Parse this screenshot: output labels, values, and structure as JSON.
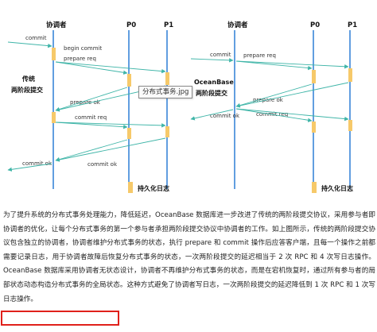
{
  "diagram": {
    "left": {
      "coordinator": "协调者",
      "participant_0": "P0",
      "participant_1": "P1",
      "title_line1": "传统",
      "title_line2": "两阶段提交",
      "messages": {
        "commit": "commit",
        "begin_commit": "begin commit",
        "prepare_req": "prepare req",
        "prepare_ok": "prepare ok",
        "commit_req": "commit req",
        "commit_ok_1": "commit ok",
        "commit_ok_2": "commit ok"
      },
      "legend": "持久化日志"
    },
    "right": {
      "coordinator": "协调者",
      "participant_0": "P0",
      "participant_1": "P1",
      "title_line1": "OceanBase",
      "title_line2": "两阶段提交",
      "messages": {
        "commit": "commit",
        "prepare_req": "prepare req",
        "prepare_ok": "prepare ok",
        "commit_req": "commit req",
        "commit_ok": "commit ok"
      },
      "legend": "持久化日志"
    },
    "tooltip": "分布式事务.jpg",
    "colors": {
      "lifeline": "#3a86d8",
      "message": "#3fb5a8",
      "log_box": "#f6c96a"
    }
  },
  "paragraph": {
    "text_main": "为了提升系统的分布式事务处理能力，降低延迟，OceanBase 数据库进一步改进了传统的两阶段提交协议，采用参与者即协调者的优化，让每个分布式事务的第一个参与者承担两阶段提交协议中协调者的工作。如上图所示，传统的两阶段提交协议包含独立的协调者，协调者维护分布式事务的状态，执行 prepare 和 commit 操作后应答客户端，且每一个操作之前都需要记录日志，用于协调者故障后恢复分布式事务的状态，一次两阶段提交的延迟相当于 2 次 RPC 和 4 次写日志操作。OceanBase 数据库采用协调者无状态设计，协调者不再维护分布式事务的状态，而是在宕机恢复时，通过所有参与者的局部状态动态构造分布式事务的全局状态。这种方式避免了协调者写日志，一次两阶段提交的延迟降低到 ",
    "text_highlight": "1 次 RPC 和 1 次写日志操作。"
  }
}
